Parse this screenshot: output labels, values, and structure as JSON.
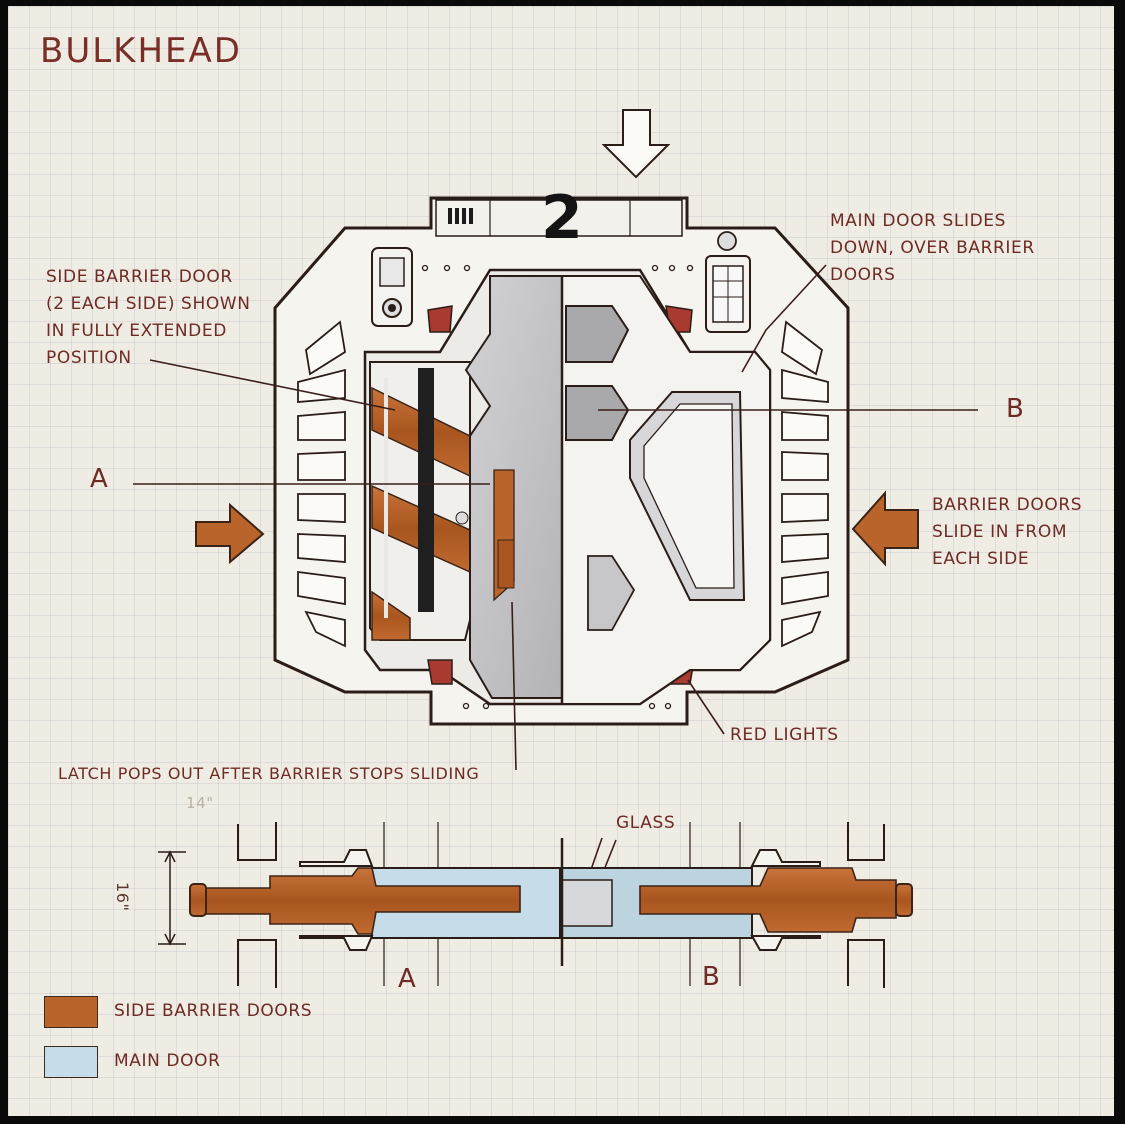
{
  "title": "BULKHEAD",
  "door_number": "2",
  "callouts": {
    "side_barrier_door": "SIDE BARRIER DOOR\n(2 EACH SIDE) SHOWN\nIN FULLY EXTENDED\nPOSITION",
    "main_door_slides": "MAIN DOOR SLIDES\nDOWN, OVER BARRIER\nDOORS",
    "barrier_doors_slide": "BARRIER DOORS\nSLIDE IN FROM\nEACH SIDE",
    "red_lights": "RED LIGHTS",
    "latch": "LATCH POPS OUT AFTER BARRIER STOPS SLIDING",
    "glass": "GLASS"
  },
  "section_labels": {
    "a_top": "A",
    "b_top": "B",
    "a_bottom": "A",
    "b_bottom": "B"
  },
  "dimensions": {
    "width": "14\"",
    "height": "16\""
  },
  "legend": [
    {
      "label": "SIDE BARRIER DOORS",
      "color": "#b8642a"
    },
    {
      "label": "MAIN DOOR",
      "color": "#c6dde9"
    }
  ],
  "colors": {
    "ink": "#2a1d18",
    "red_ink": "#6e2a24",
    "barrier_orange": "#b8642a",
    "main_door_blue": "#c6dde9",
    "door_grey": "#c2c2c4",
    "red_light": "#a83a30"
  },
  "icons": [
    "arrow-down-icon",
    "arrow-right-icon",
    "arrow-left-icon"
  ]
}
